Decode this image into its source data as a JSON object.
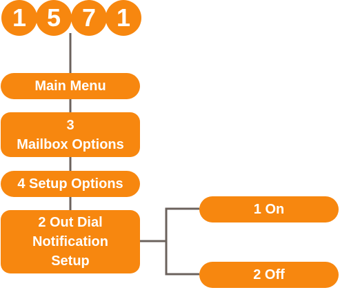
{
  "dial_sequence": [
    "1",
    "5",
    "7",
    "1"
  ],
  "menu_path": [
    {
      "label": "Main Menu"
    },
    {
      "label": "3\nMailbox Options"
    },
    {
      "label": "4 Setup Options"
    },
    {
      "label": "2 Out Dial\nNotification\nSetup"
    }
  ],
  "options": [
    {
      "label": "1 On"
    },
    {
      "label": "2 Off"
    }
  ],
  "colors": {
    "node_fill": "#f7870f",
    "node_text": "#ffffff",
    "connector": "#6b625c"
  }
}
